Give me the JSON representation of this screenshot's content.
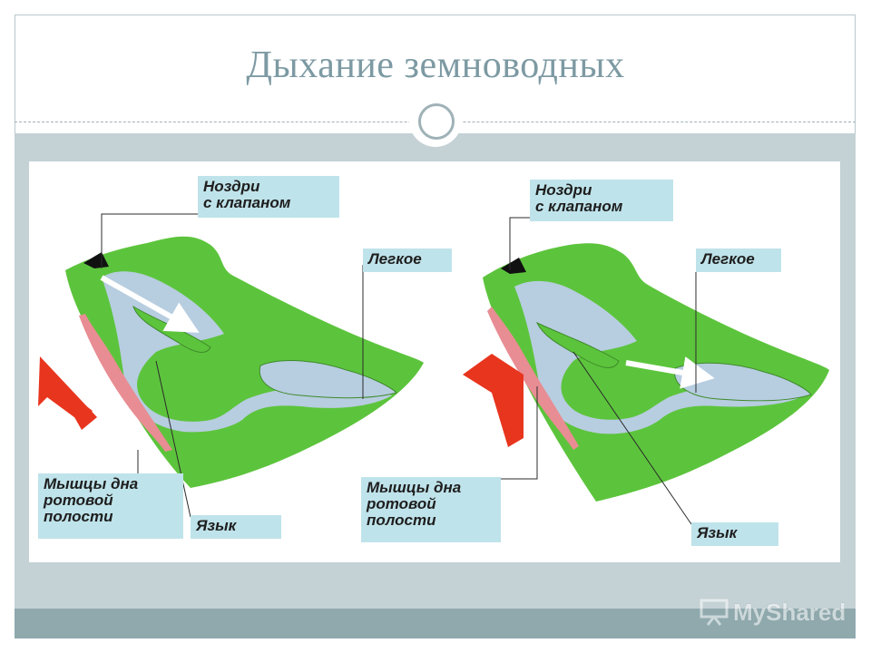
{
  "slide": {
    "title": "Дыхание земноводных"
  },
  "diagram": {
    "left_panel": {
      "nostrils": "Ноздри\nс клапаном",
      "lung": "Легкое",
      "muscles": "Мышцы дна\nротовой\nполости",
      "tongue": "Язык"
    },
    "right_panel": {
      "nostrils": "Ноздри\nс клапаном",
      "lung": "Легкое",
      "muscles": "Мышцы дна\nротовой\nполости",
      "tongue": "Язык"
    }
  },
  "colors": {
    "body": "#5cc43c",
    "cavity": "#b7cde0",
    "muscle": "#e88d93",
    "arrow_red": "#e8351e",
    "label_bg": "#bfe3ea"
  },
  "watermark": {
    "text": "MyShared",
    "icon": "presentation-icon"
  }
}
